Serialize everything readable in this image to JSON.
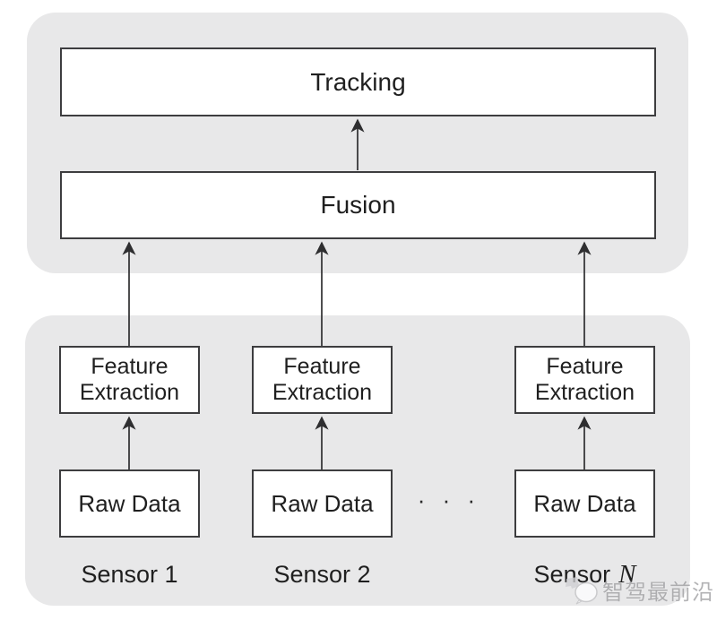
{
  "diagram": {
    "tracking_label": "Tracking",
    "fusion_label": "Fusion",
    "ellipsis": "· · ·"
  },
  "sensors": [
    {
      "label": "Sensor 1",
      "math_var": "",
      "feature_label": "Feature Extraction",
      "raw_label": "Raw Data"
    },
    {
      "label": "Sensor 2",
      "math_var": "",
      "feature_label": "Feature Extraction",
      "raw_label": "Raw Data"
    },
    {
      "label": "Sensor",
      "math_var": "N",
      "feature_label": "Feature Extraction",
      "raw_label": "Raw Data"
    }
  ],
  "watermark": {
    "text": "智驾最前沿"
  },
  "colors": {
    "panel_gray": "#e8e8e9",
    "box_border": "#3d3d3f",
    "text": "#1f1f1f",
    "arrow": "#2e2e30",
    "watermark_gray": "#9d9da0"
  }
}
